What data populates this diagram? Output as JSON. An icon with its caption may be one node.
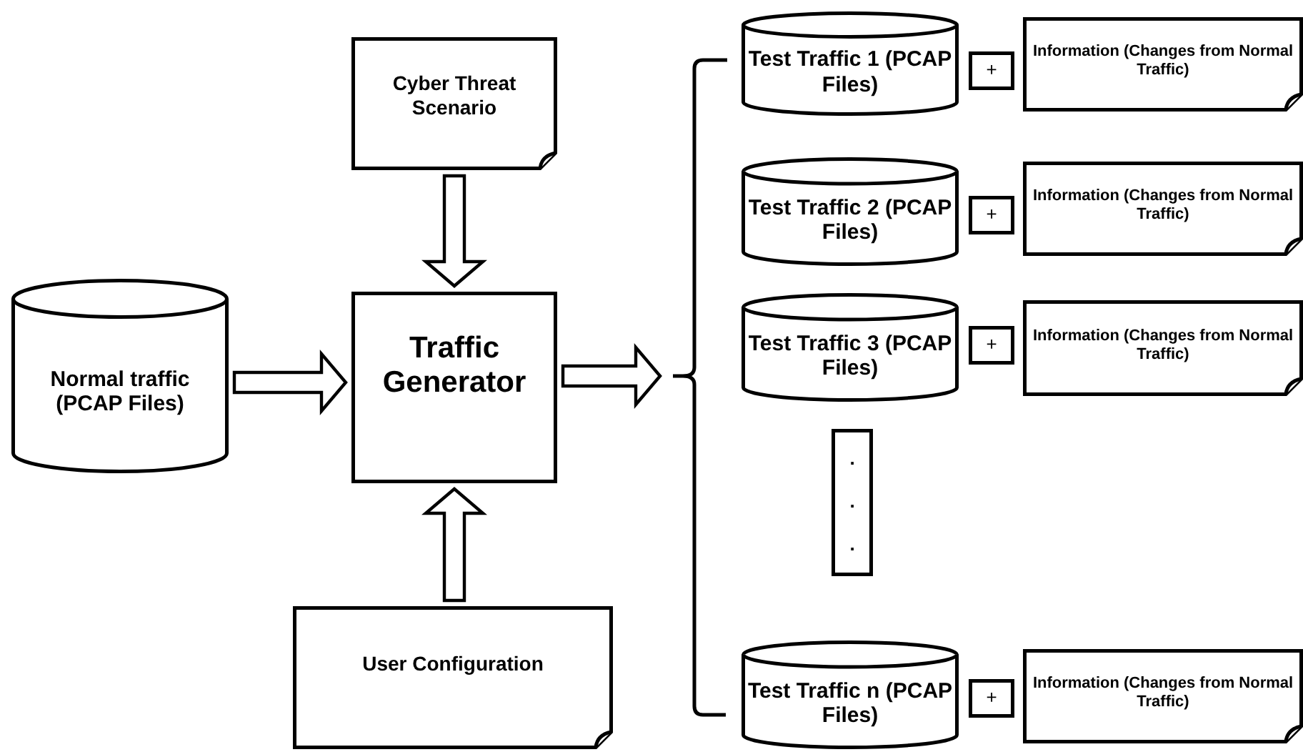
{
  "diagram": {
    "nodes": [
      {
        "text": [
          "Cyber Threat Scenario"
        ]
      },
      {
        "text": [
          "Normal traffic (PCAP Files)"
        ]
      },
      {
        "text": [
          "Traffic Generator"
        ]
      },
      {
        "text": [
          "User Configuration"
        ]
      },
      {
        "text": [
          "Test Traffic 1 (PCAP Files)"
        ]
      },
      {
        "text": [
          "+"
        ]
      },
      {
        "text": [
          "Information (Changes from Normal Traffic)"
        ]
      },
      {
        "text": [
          "Test Traffic 2 (PCAP Files)"
        ]
      },
      {
        "text": [
          "+"
        ]
      },
      {
        "text": [
          "Information (Changes from Normal Traffic)"
        ]
      },
      {
        "text": [
          "Test Traffic 3 (PCAP Files)"
        ]
      },
      {
        "text": [
          "+"
        ]
      },
      {
        "text": [
          "Information (Changes from Normal Traffic)"
        ]
      },
      {
        "text": [
          ".",
          ".",
          "."
        ]
      },
      {
        "text": [
          "Test Traffic n (PCAP Files)"
        ]
      },
      {
        "text": [
          "+"
        ]
      },
      {
        "text": [
          "Information (Changes from Normal Traffic)"
        ]
      }
    ],
    "edges": [
      {
        "from": 0,
        "to": 2,
        "arrow": "to"
      },
      {
        "from": 1,
        "to": 2,
        "arrow": "to"
      },
      {
        "from": 3,
        "to": 2,
        "arrow": "to"
      },
      {
        "from": 2,
        "to": null,
        "arrow": "to"
      }
    ]
  }
}
